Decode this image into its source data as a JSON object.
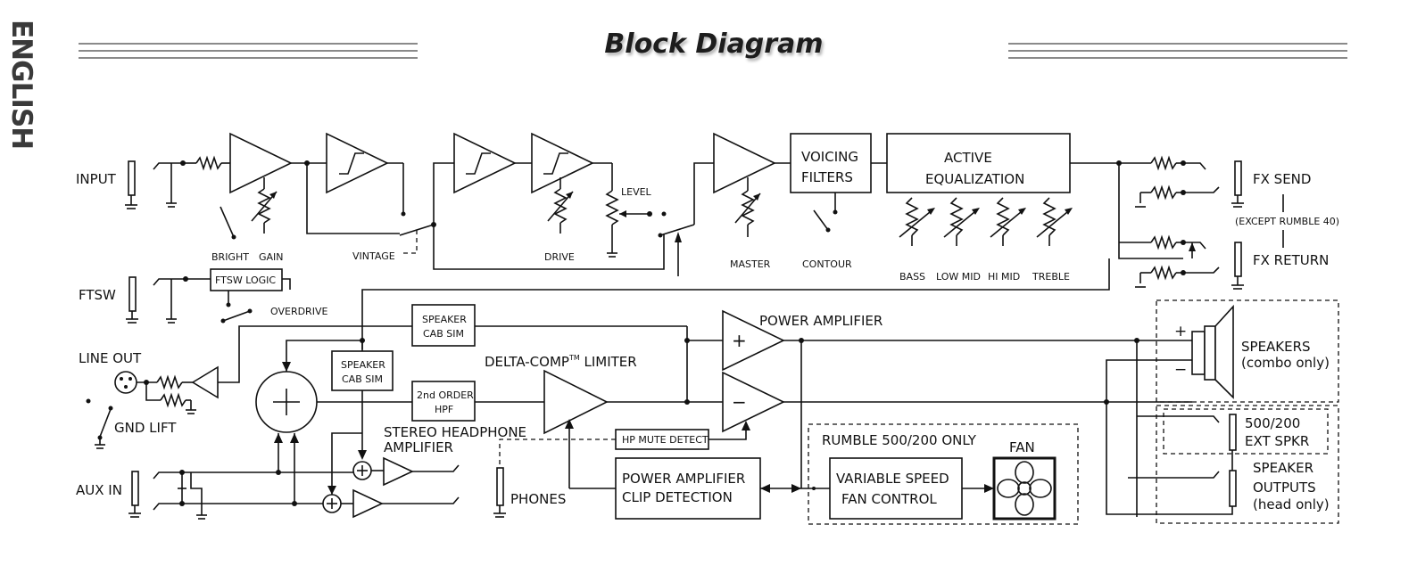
{
  "page": {
    "side_tab": "ENGLISH",
    "title": "Block Diagram"
  },
  "labels": {
    "input": "INPUT",
    "ftsw": "FTSW",
    "line_out": "LINE OUT",
    "gnd_lift": "GND LIFT",
    "aux_in": "AUX IN",
    "phones": "PHONES",
    "bright": "BRIGHT",
    "gain": "GAIN",
    "vintage": "VINTAGE",
    "drive": "DRIVE",
    "level": "LEVEL",
    "master": "MASTER",
    "contour": "CONTOUR",
    "bass": "BASS",
    "low_mid": "LOW MID",
    "hi_mid": "HI MID",
    "treble": "TREBLE",
    "overdrive": "OVERDRIVE",
    "ftsw_logic": "FTSW LOGIC",
    "voicing_1": "VOICING",
    "voicing_2": "FILTERS",
    "active_eq_1": "ACTIVE",
    "active_eq_2": "EQUALIZATION",
    "fx_send": "FX SEND",
    "fx_return": "FX RETURN",
    "except_rumble": "(EXCEPT RUMBLE 40)",
    "speaker_cab_1_a": "SPEAKER",
    "speaker_cab_1_b": "CAB SIM",
    "speaker_cab_2_a": "SPEAKER",
    "speaker_cab_2_b": "CAB SIM",
    "hpf_a": "2nd ORDER",
    "hpf_b": "HPF",
    "limiter": "DELTA-COMP",
    "limiter_tm": "TM",
    "limiter_tail": " LIMITER",
    "power_amp": "POWER AMPLIFIER",
    "plus": "+",
    "minus": "−",
    "hp_mute": "HP MUTE DETECT",
    "stereo_hp_1": "STEREO HEADPHONE",
    "stereo_hp_2": "AMPLIFIER",
    "clip_1": "POWER AMPLIFIER",
    "clip_2": "CLIP DETECTION",
    "rumble_only": "RUMBLE 500/200 ONLY",
    "fan_ctrl_1": "VARIABLE SPEED",
    "fan_ctrl_2": "FAN CONTROL",
    "fan": "FAN",
    "speakers_1": "SPEAKERS",
    "speakers_2": "(combo only)",
    "ext_spkr_1": "500/200",
    "ext_spkr_2": "EXT SPKR",
    "spk_out_1": "SPEAKER",
    "spk_out_2": "OUTPUTS",
    "spk_out_3": "(head only)",
    "spk_plus": "+",
    "spk_minus": "−"
  },
  "colors": {
    "line": "#111111",
    "title_shadow": "#b5b5b5",
    "rule": "#8a8a8a"
  }
}
